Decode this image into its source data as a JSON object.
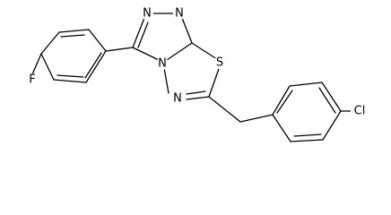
{
  "colors": {
    "bond": "#000000",
    "label": "#000000",
    "background": "#ffffff"
  },
  "atoms": [
    {
      "id": "n_top_left",
      "label": "N"
    },
    {
      "id": "n_top_right",
      "label": "N"
    },
    {
      "id": "n_bridge",
      "label": "N"
    },
    {
      "id": "n_lower",
      "label": "N"
    },
    {
      "id": "s_ring",
      "label": "S"
    },
    {
      "id": "f_substituent",
      "label": "F"
    },
    {
      "id": "cl_substituent",
      "label": "Cl"
    }
  ]
}
